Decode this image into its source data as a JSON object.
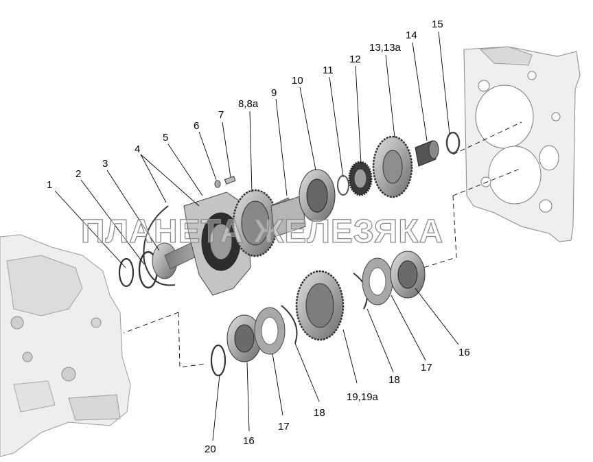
{
  "labels": {
    "l1": "1",
    "l2": "2",
    "l3": "3",
    "l4": "4",
    "l5": "5",
    "l6": "6",
    "l7": "7",
    "l8": "8,8а",
    "l9": "9",
    "l10": "10",
    "l11": "11",
    "l12": "12",
    "l13": "13,13а",
    "l14": "14",
    "l15": "15",
    "l16a": "16",
    "l16b": "16",
    "l17a": "17",
    "l17b": "17",
    "l18a": "18",
    "l18b": "18",
    "l19": "19,19а",
    "l20": "20"
  },
  "watermark": "ПЛАНЕТА ЖЕЛЕЗЯКА",
  "colors": {
    "part": "#b9b9b9",
    "part_dark": "#6e6e6e",
    "housing": "#e8e8e8",
    "line": "#000000"
  }
}
